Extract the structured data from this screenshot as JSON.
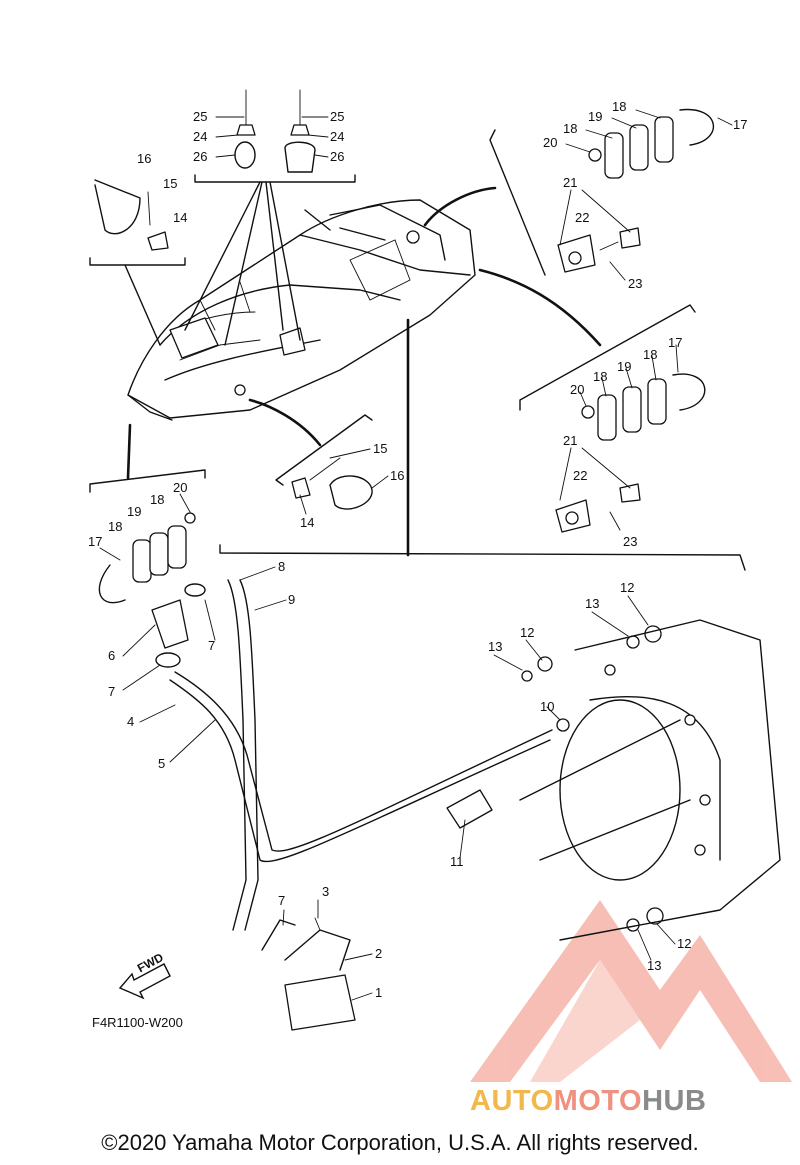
{
  "drawing_code": "F4R1100-W200",
  "fwd_label": "FWD",
  "copyright": "©2020 Yamaha Motor Corporation, U.S.A. All rights reserved.",
  "watermark": {
    "part1": "AUTO",
    "part2": "MOTO",
    "part3": "HUB",
    "color_red": "#f08a7a",
    "color_gold": "#f2b84b",
    "color_gray": "#8a8a8a"
  },
  "callouts": [
    "25",
    "24",
    "26",
    "25",
    "24",
    "26",
    "16",
    "15",
    "14",
    "18",
    "17",
    "19",
    "18",
    "20",
    "21",
    "22",
    "23",
    "17",
    "18",
    "19",
    "18",
    "20",
    "21",
    "22",
    "23",
    "15",
    "16",
    "14",
    "20",
    "18",
    "19",
    "18",
    "17",
    "8",
    "9",
    "7",
    "6",
    "7",
    "4",
    "5",
    "12",
    "13",
    "12",
    "13",
    "10",
    "11",
    "3",
    "7",
    "2",
    "1",
    "12",
    "13"
  ]
}
